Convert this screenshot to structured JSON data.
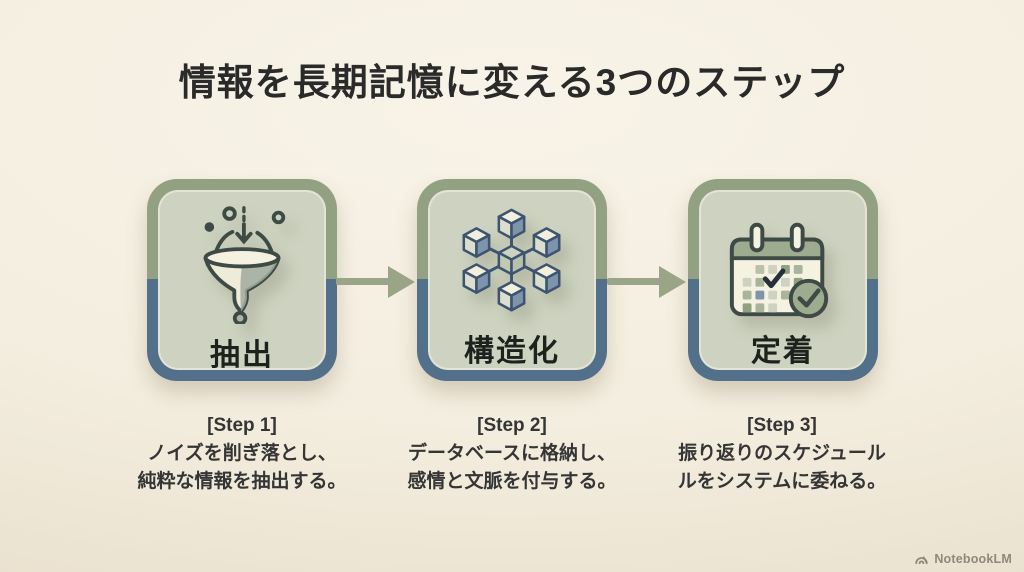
{
  "title": "情報を長期記憶に変える3つのステップ",
  "steps": [
    {
      "label": "抽出",
      "icon": "funnel-icon",
      "tag": "[Step 1]",
      "desc_line1": "ノイズを削ぎ落とし、",
      "desc_line2": "純粋な情報を抽出する。"
    },
    {
      "label": "構造化",
      "icon": "cubes-icon",
      "tag": "[Step 2]",
      "desc_line1": "データベースに格納し、",
      "desc_line2": "感情と文脈を付与する。"
    },
    {
      "label": "定着",
      "icon": "calendar-icon",
      "tag": "[Step 3]",
      "desc_line1": "振り返りのスケジュール",
      "desc_line2": "ルをシステムに委ねる。"
    }
  ],
  "footer": {
    "brand": "NotebookLM"
  },
  "colors": {
    "background_top": "#f8f3e8",
    "background_bottom": "#e8dfcb",
    "card_fill": "#cdd3c0",
    "card_border_green": "#93a183",
    "card_border_blue": "#527089",
    "arrow": "#9aa587",
    "title_text": "#2a2a28",
    "body_text": "#353535",
    "cube_face_blue": "#7e94ab",
    "icon_outline": "#3e4a46"
  }
}
